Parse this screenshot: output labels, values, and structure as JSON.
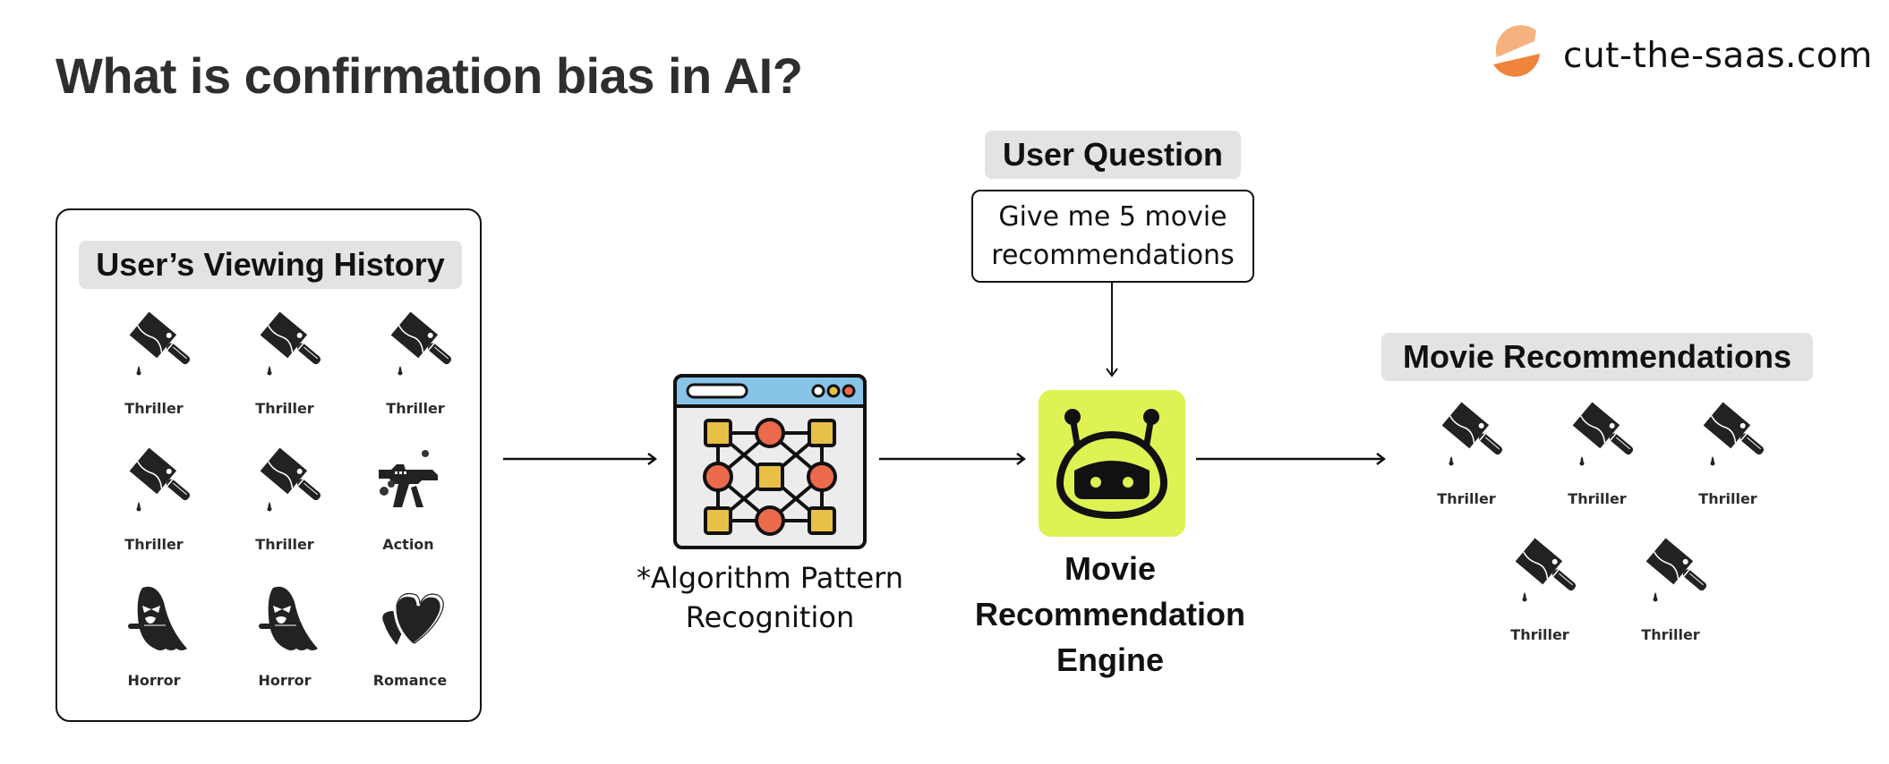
{
  "title": "What is confirmation bias in AI?",
  "brand": {
    "name": "cut-the-saas.com",
    "logo_icon": "cut-the-saas-logo",
    "colors": {
      "light": "#f5b27f",
      "dark": "#ef843a"
    }
  },
  "history": {
    "heading": "User’s Viewing History",
    "items": [
      {
        "genre": "Thriller",
        "icon": "cleaver-icon"
      },
      {
        "genre": "Thriller",
        "icon": "cleaver-icon"
      },
      {
        "genre": "Thriller",
        "icon": "cleaver-icon"
      },
      {
        "genre": "Thriller",
        "icon": "cleaver-icon"
      },
      {
        "genre": "Thriller",
        "icon": "cleaver-icon"
      },
      {
        "genre": "Action",
        "icon": "gun-icon"
      },
      {
        "genre": "Horror",
        "icon": "ghost-icon"
      },
      {
        "genre": "Horror",
        "icon": "ghost-icon"
      },
      {
        "genre": "Romance",
        "icon": "hearts-icon"
      }
    ]
  },
  "algorithm": {
    "label_line1": "*Algorithm Pattern",
    "label_line2": "Recognition",
    "icon": "network-window-icon"
  },
  "question": {
    "heading": "User Question",
    "line1": "Give me 5 movie",
    "line2": "recommendations"
  },
  "engine": {
    "line1": "Movie",
    "line2": "Recommendation",
    "line3": "Engine",
    "icon": "robot-icon",
    "color": "#def253"
  },
  "recommendations": {
    "heading": "Movie Recommendations",
    "items": [
      {
        "genre": "Thriller",
        "icon": "cleaver-icon"
      },
      {
        "genre": "Thriller",
        "icon": "cleaver-icon"
      },
      {
        "genre": "Thriller",
        "icon": "cleaver-icon"
      },
      {
        "genre": "Thriller",
        "icon": "cleaver-icon"
      },
      {
        "genre": "Thriller",
        "icon": "cleaver-icon"
      }
    ]
  },
  "colors": {
    "pill_bg": "#e3e3e3",
    "title": "#2e2e2e",
    "node_square": "#e9c046",
    "node_circle": "#eb6a4b",
    "window_bar": "#88c3e8"
  }
}
